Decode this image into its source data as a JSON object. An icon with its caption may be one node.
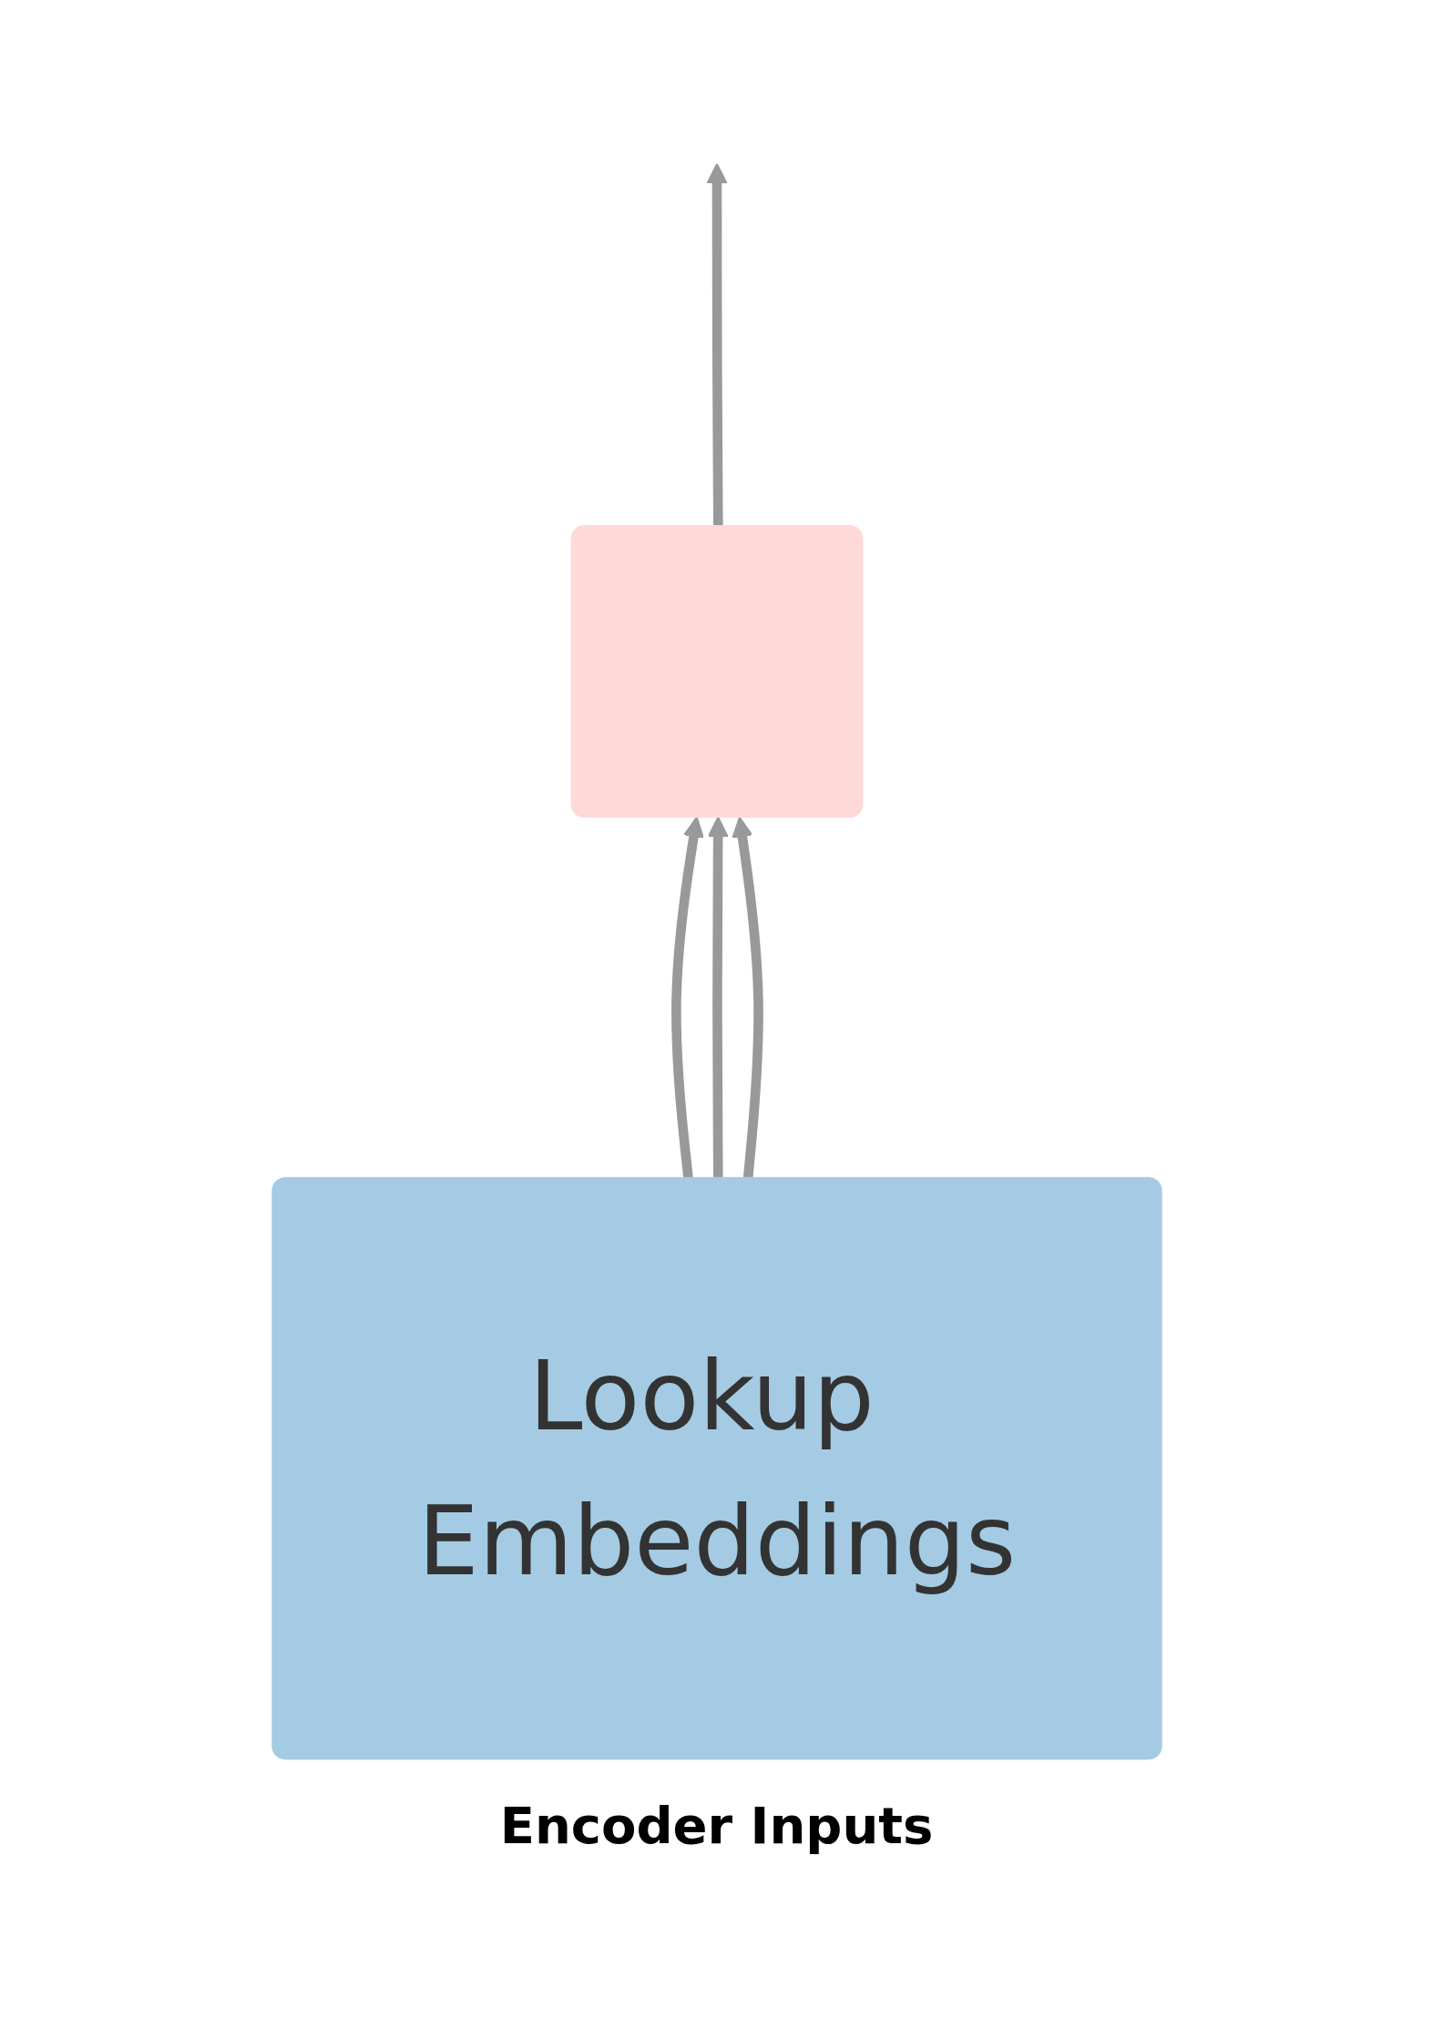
{
  "diagram": {
    "nodes": [
      {
        "text": [],
        "shape": "box"
      },
      {
        "text": [
          "Lookup Embeddings"
        ]
      }
    ],
    "edges": [
      {
        "from": 1,
        "to": 0,
        "arrow": "to"
      },
      {
        "from": 1,
        "to": 0,
        "arrow": "to"
      },
      {
        "from": 1,
        "to": 0,
        "arrow": "to"
      },
      {
        "from": 0,
        "to": null,
        "arrow": "to"
      }
    ],
    "labels": [
      "Encoder Inputs"
    ]
  }
}
